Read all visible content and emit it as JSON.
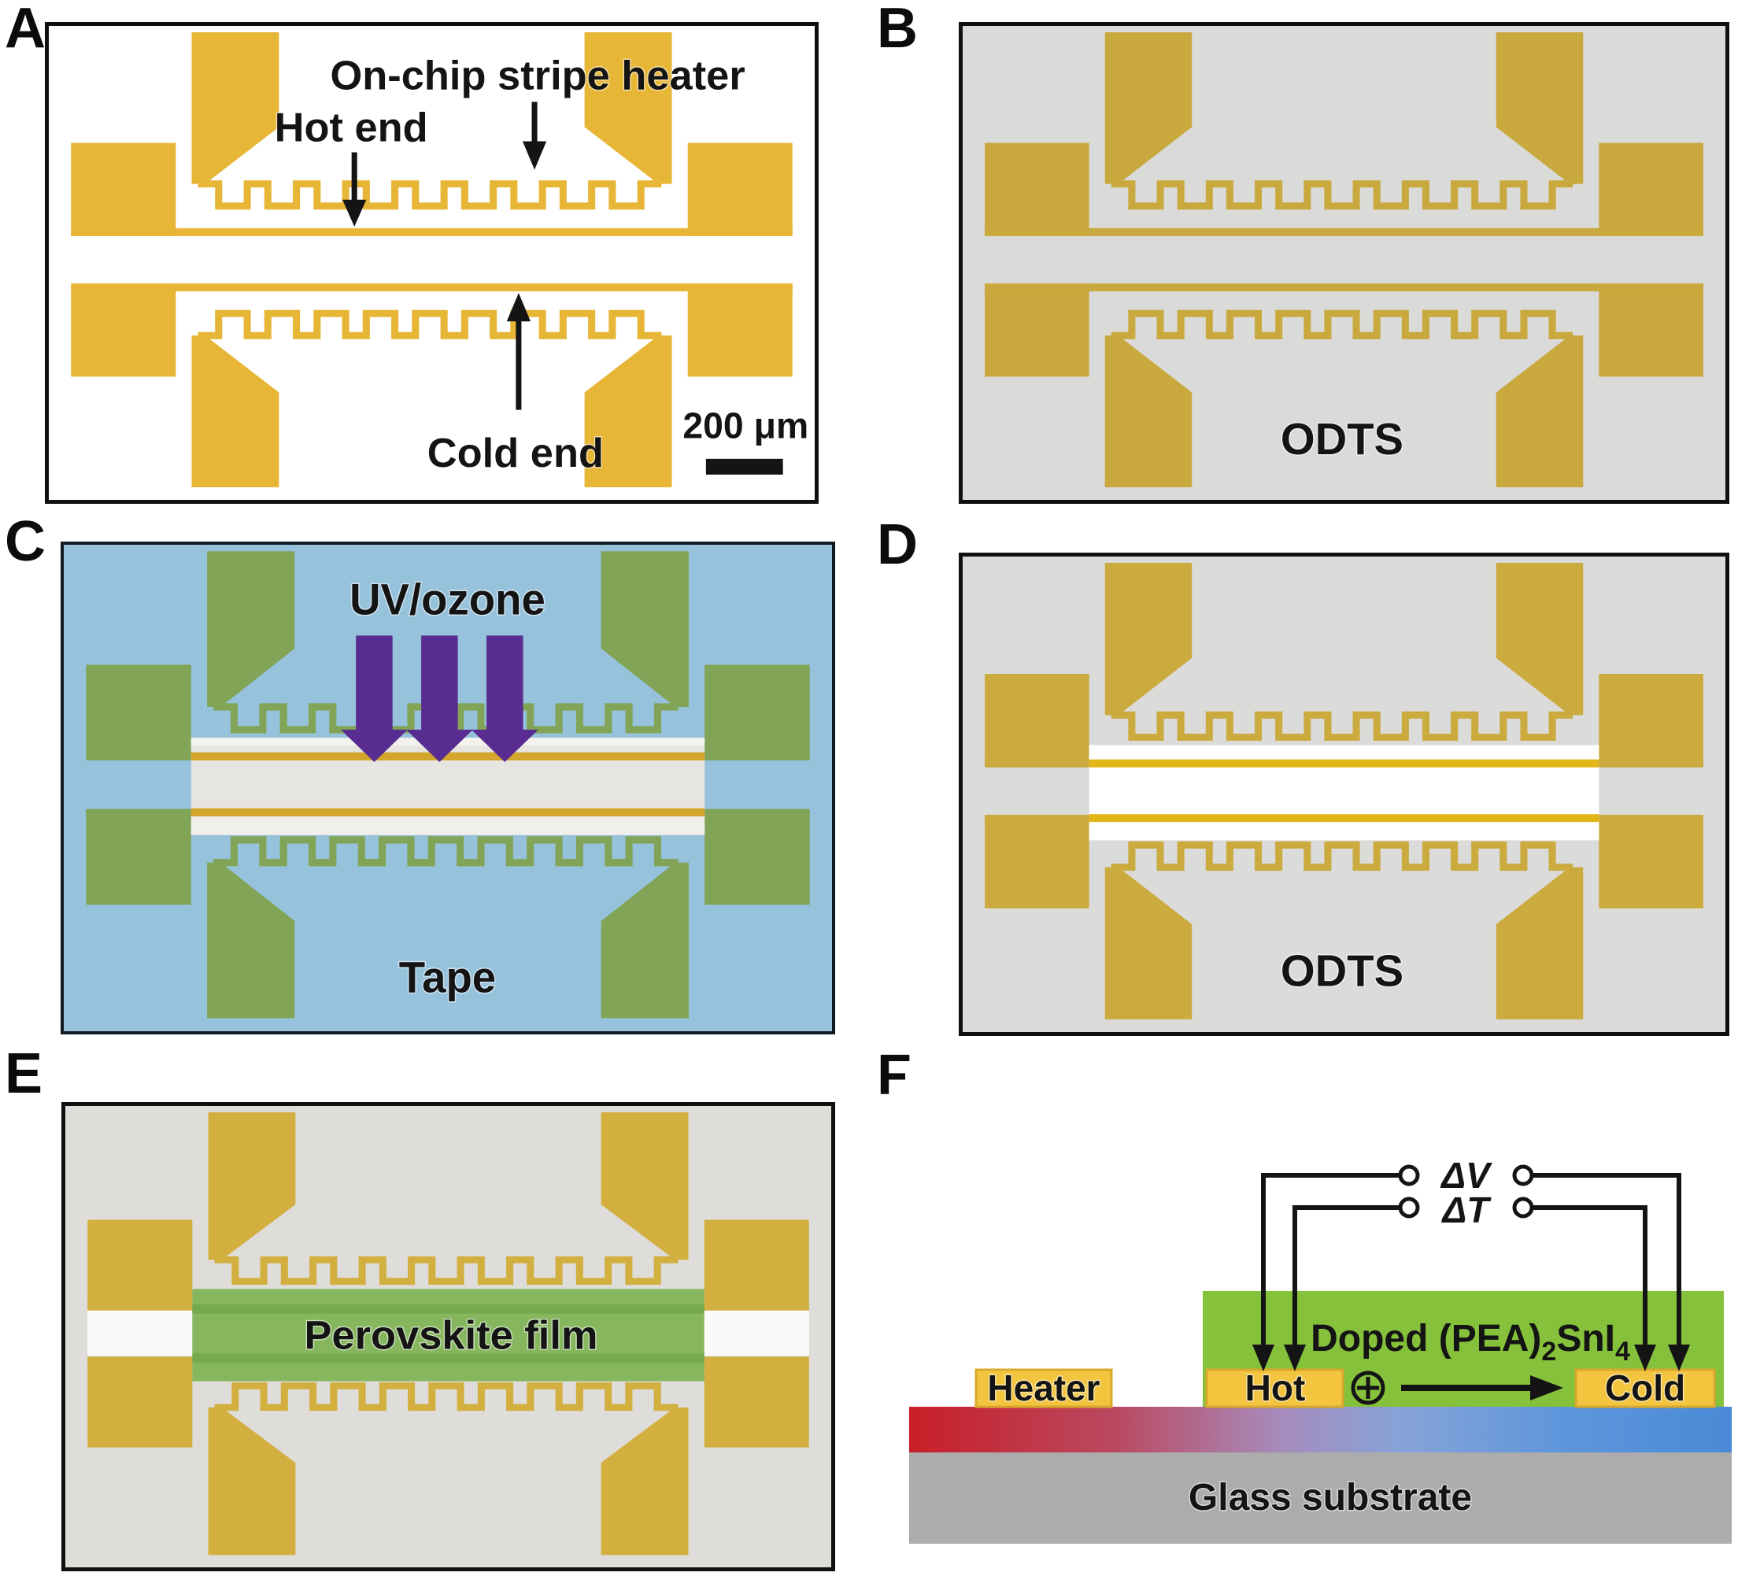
{
  "panels": {
    "a": {
      "label": "A",
      "stripe_heater_label": "On-chip stripe heater",
      "hot_end_label": "Hot end",
      "cold_end_label": "Cold end",
      "scale_bar_label": "200 μm"
    },
    "b": {
      "label": "B",
      "coating_label": "ODTS"
    },
    "c": {
      "label": "C",
      "uv_label": "UV/ozone",
      "tape_label": "Tape"
    },
    "d": {
      "label": "D",
      "coating_label": "ODTS"
    },
    "e": {
      "label": "E",
      "film_label": "Perovskite film"
    },
    "f": {
      "label": "F",
      "delta_v_label": "ΔV",
      "delta_t_label": "ΔT",
      "material_label": {
        "prefix": "Doped (PEA)",
        "sub1": "2",
        "mid": "SnI",
        "sub2": "4"
      },
      "heater_label": "Heater",
      "hot_label": "Hot",
      "cold_label": "Cold",
      "substrate_label": "Glass substrate",
      "carrier_icon": "circled-plus"
    }
  },
  "colors": {
    "gold_bright": "#E7B637",
    "gold_b": "#C9A93D",
    "gold_d": "#CBAA3E",
    "gold_e": "#D3AF40",
    "pad_olive": "#82A457",
    "strip_c": "#E7E5E0",
    "strip_c_top": "#F3F2EE",
    "strip_c_low": "#F0EFEA",
    "line_c": "#D3A72B",
    "strip_d": "#FFFFFF",
    "line_d": "#E3B618",
    "film_green": "#86B65D",
    "film_green_dark": "#75A94D",
    "strip_e_side": "#FAFAF8",
    "uv_purple": "#582C90",
    "f_green": "#86C13B",
    "f_pad_gold": "#F3C53F",
    "f_pad_border": "#D8A82E",
    "glass_gray": "#ACACAC",
    "gradient": [
      "#C81F28",
      "#BA4960",
      "#A78BBC",
      "#86A3D8",
      "#5D95DB",
      "#4A8AD6"
    ]
  }
}
